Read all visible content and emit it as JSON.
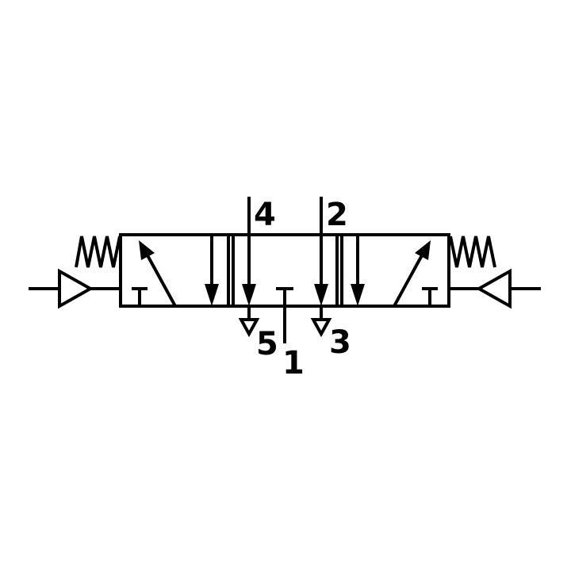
{
  "diagram": {
    "type": "pneumatic-5-3-valve-symbol",
    "ports": {
      "p4": "4",
      "p2": "2",
      "p5": "5",
      "p1": "1",
      "p3": "3"
    },
    "colors": {
      "stroke": "#000000",
      "background": "#ffffff"
    }
  }
}
